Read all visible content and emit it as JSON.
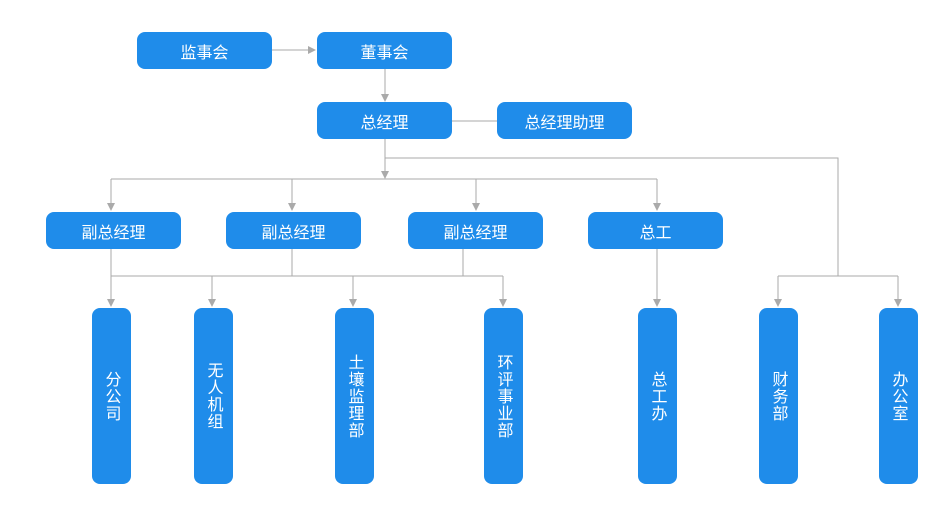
{
  "nodes": {
    "supervisory_board": "监事会",
    "board_of_directors": "董事会",
    "general_manager": "总经理",
    "gm_assistant": "总经理助理",
    "deputy_gm_1": "副总经理",
    "deputy_gm_2": "副总经理",
    "deputy_gm_3": "副总经理",
    "chief_engineer": "总工",
    "branch_company": "分公司",
    "uav_unit": "无人机组",
    "soil_supervision": "土壤监理部",
    "eia_department": "环评事业部",
    "chief_engineer_office": "总工办",
    "finance_department": "财务部",
    "general_office": "办公室"
  },
  "colors": {
    "node_fill": "#1f8cea",
    "node_text": "#ffffff",
    "connector": "#aaaaaa"
  }
}
